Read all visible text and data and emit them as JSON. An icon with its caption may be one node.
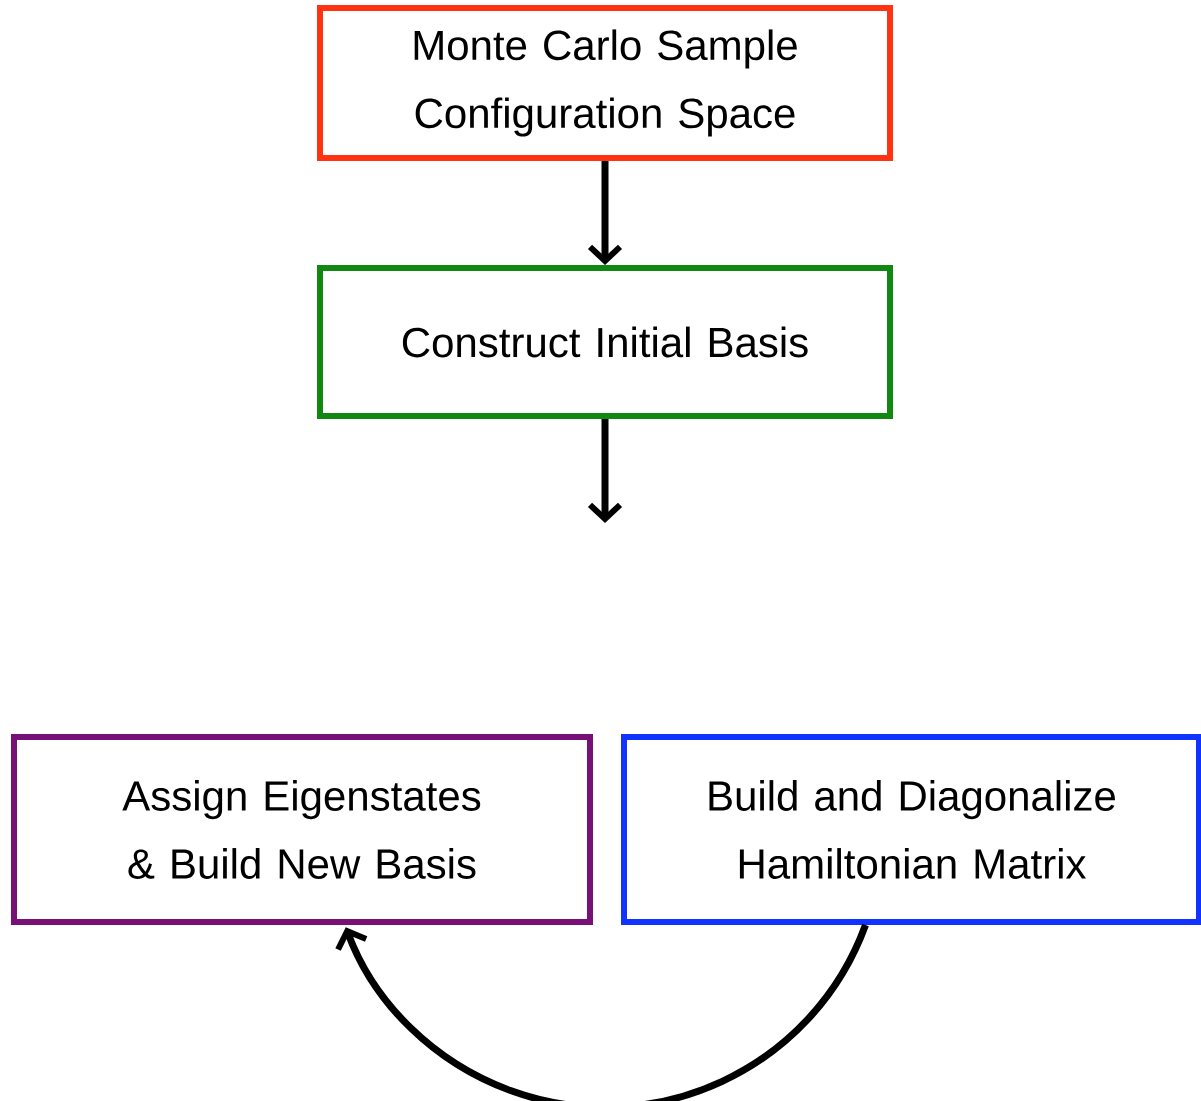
{
  "diagram": {
    "nodes": [
      {
        "text": [
          "Monte Carlo Sample Configuration Space"
        ]
      },
      {
        "text": [
          "Construct Initial Basis"
        ]
      },
      {
        "text": [
          "Assign Eigenstates & Build New Basis"
        ]
      },
      {
        "text": [
          "Build and Diagonalize Hamiltonian Matrix"
        ]
      }
    ],
    "edges": [
      {
        "from": 0,
        "to": 1,
        "arrow": "to"
      },
      {
        "from": 1,
        "to": null,
        "arrow": "to"
      },
      {
        "from": 3,
        "to": 2,
        "arrow": "to"
      }
    ]
  }
}
